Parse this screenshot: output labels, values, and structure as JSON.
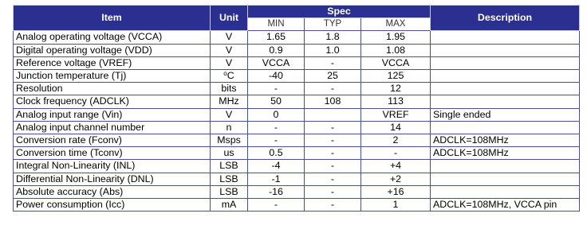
{
  "table": {
    "headers": {
      "item": "Item",
      "unit": "Unit",
      "spec": "Spec",
      "description": "Description",
      "min": "MIN",
      "typ": "TYP",
      "max": "MAX"
    },
    "rows": [
      {
        "item": "Analog operating voltage (VCCA)",
        "unit": "V",
        "min": "1.65",
        "typ": "1.8",
        "max": "1.95",
        "description": ""
      },
      {
        "item": "Digital operating voltage (VDD)",
        "unit": "V",
        "min": "0.9",
        "typ": "1.0",
        "max": "1.08",
        "description": ""
      },
      {
        "item": "Reference voltage (VREF)",
        "unit": "V",
        "min": "VCCA",
        "typ": "-",
        "max": "VCCA",
        "description": ""
      },
      {
        "item": "Junction temperature  (Tj)",
        "unit_sup": "o",
        "unit": "C",
        "min": "-40",
        "typ": "25",
        "max": "125",
        "description": ""
      },
      {
        "item": "Resolution",
        "unit": "bits",
        "min": "-",
        "typ": "-",
        "max": "12",
        "description": ""
      },
      {
        "item": "Clock frequency (ADCLK)",
        "unit": "MHz",
        "min": "50",
        "typ": "108",
        "max": "113",
        "description": ""
      },
      {
        "item": "Analog input range (Vin)",
        "unit": "V",
        "min": "0",
        "typ": "",
        "max": "VREF",
        "description": "Single ended"
      },
      {
        "item": "Analog input channel number",
        "unit": "n",
        "min": "-",
        "typ": "-",
        "max": "14",
        "description": ""
      },
      {
        "item": "Conversion rate (Fconv)",
        "unit": "Msps",
        "min": "-",
        "typ": "-",
        "max": "2",
        "description": "ADCLK=108MHz"
      },
      {
        "item": "Conversion time (Tconv)",
        "unit": "us",
        "min": "0.5",
        "typ": "-",
        "max": "-",
        "description": "ADCLK=108MHz"
      },
      {
        "item": "Integral Non-Linearity (INL)",
        "unit": "LSB",
        "min": "-4",
        "typ": "-",
        "max": "+4",
        "description": ""
      },
      {
        "item": "Differential Non-Linearity (DNL)",
        "unit": "LSB",
        "min": "-1",
        "typ": "-",
        "max": "+2",
        "description": ""
      },
      {
        "item": "Absolute accuracy (Abs)",
        "unit": "LSB",
        "min": "-16",
        "typ": "-",
        "max": "+16",
        "description": ""
      },
      {
        "item": "Power consumption (Icc)",
        "unit": "mA",
        "min": "-",
        "typ": "-",
        "max": "1",
        "description": "ADCLK=108MHz, VCCA pin"
      }
    ]
  },
  "colors": {
    "header_background": "#2b2f8f",
    "header_text": "#ffffff",
    "border": "#4a4f9a"
  }
}
